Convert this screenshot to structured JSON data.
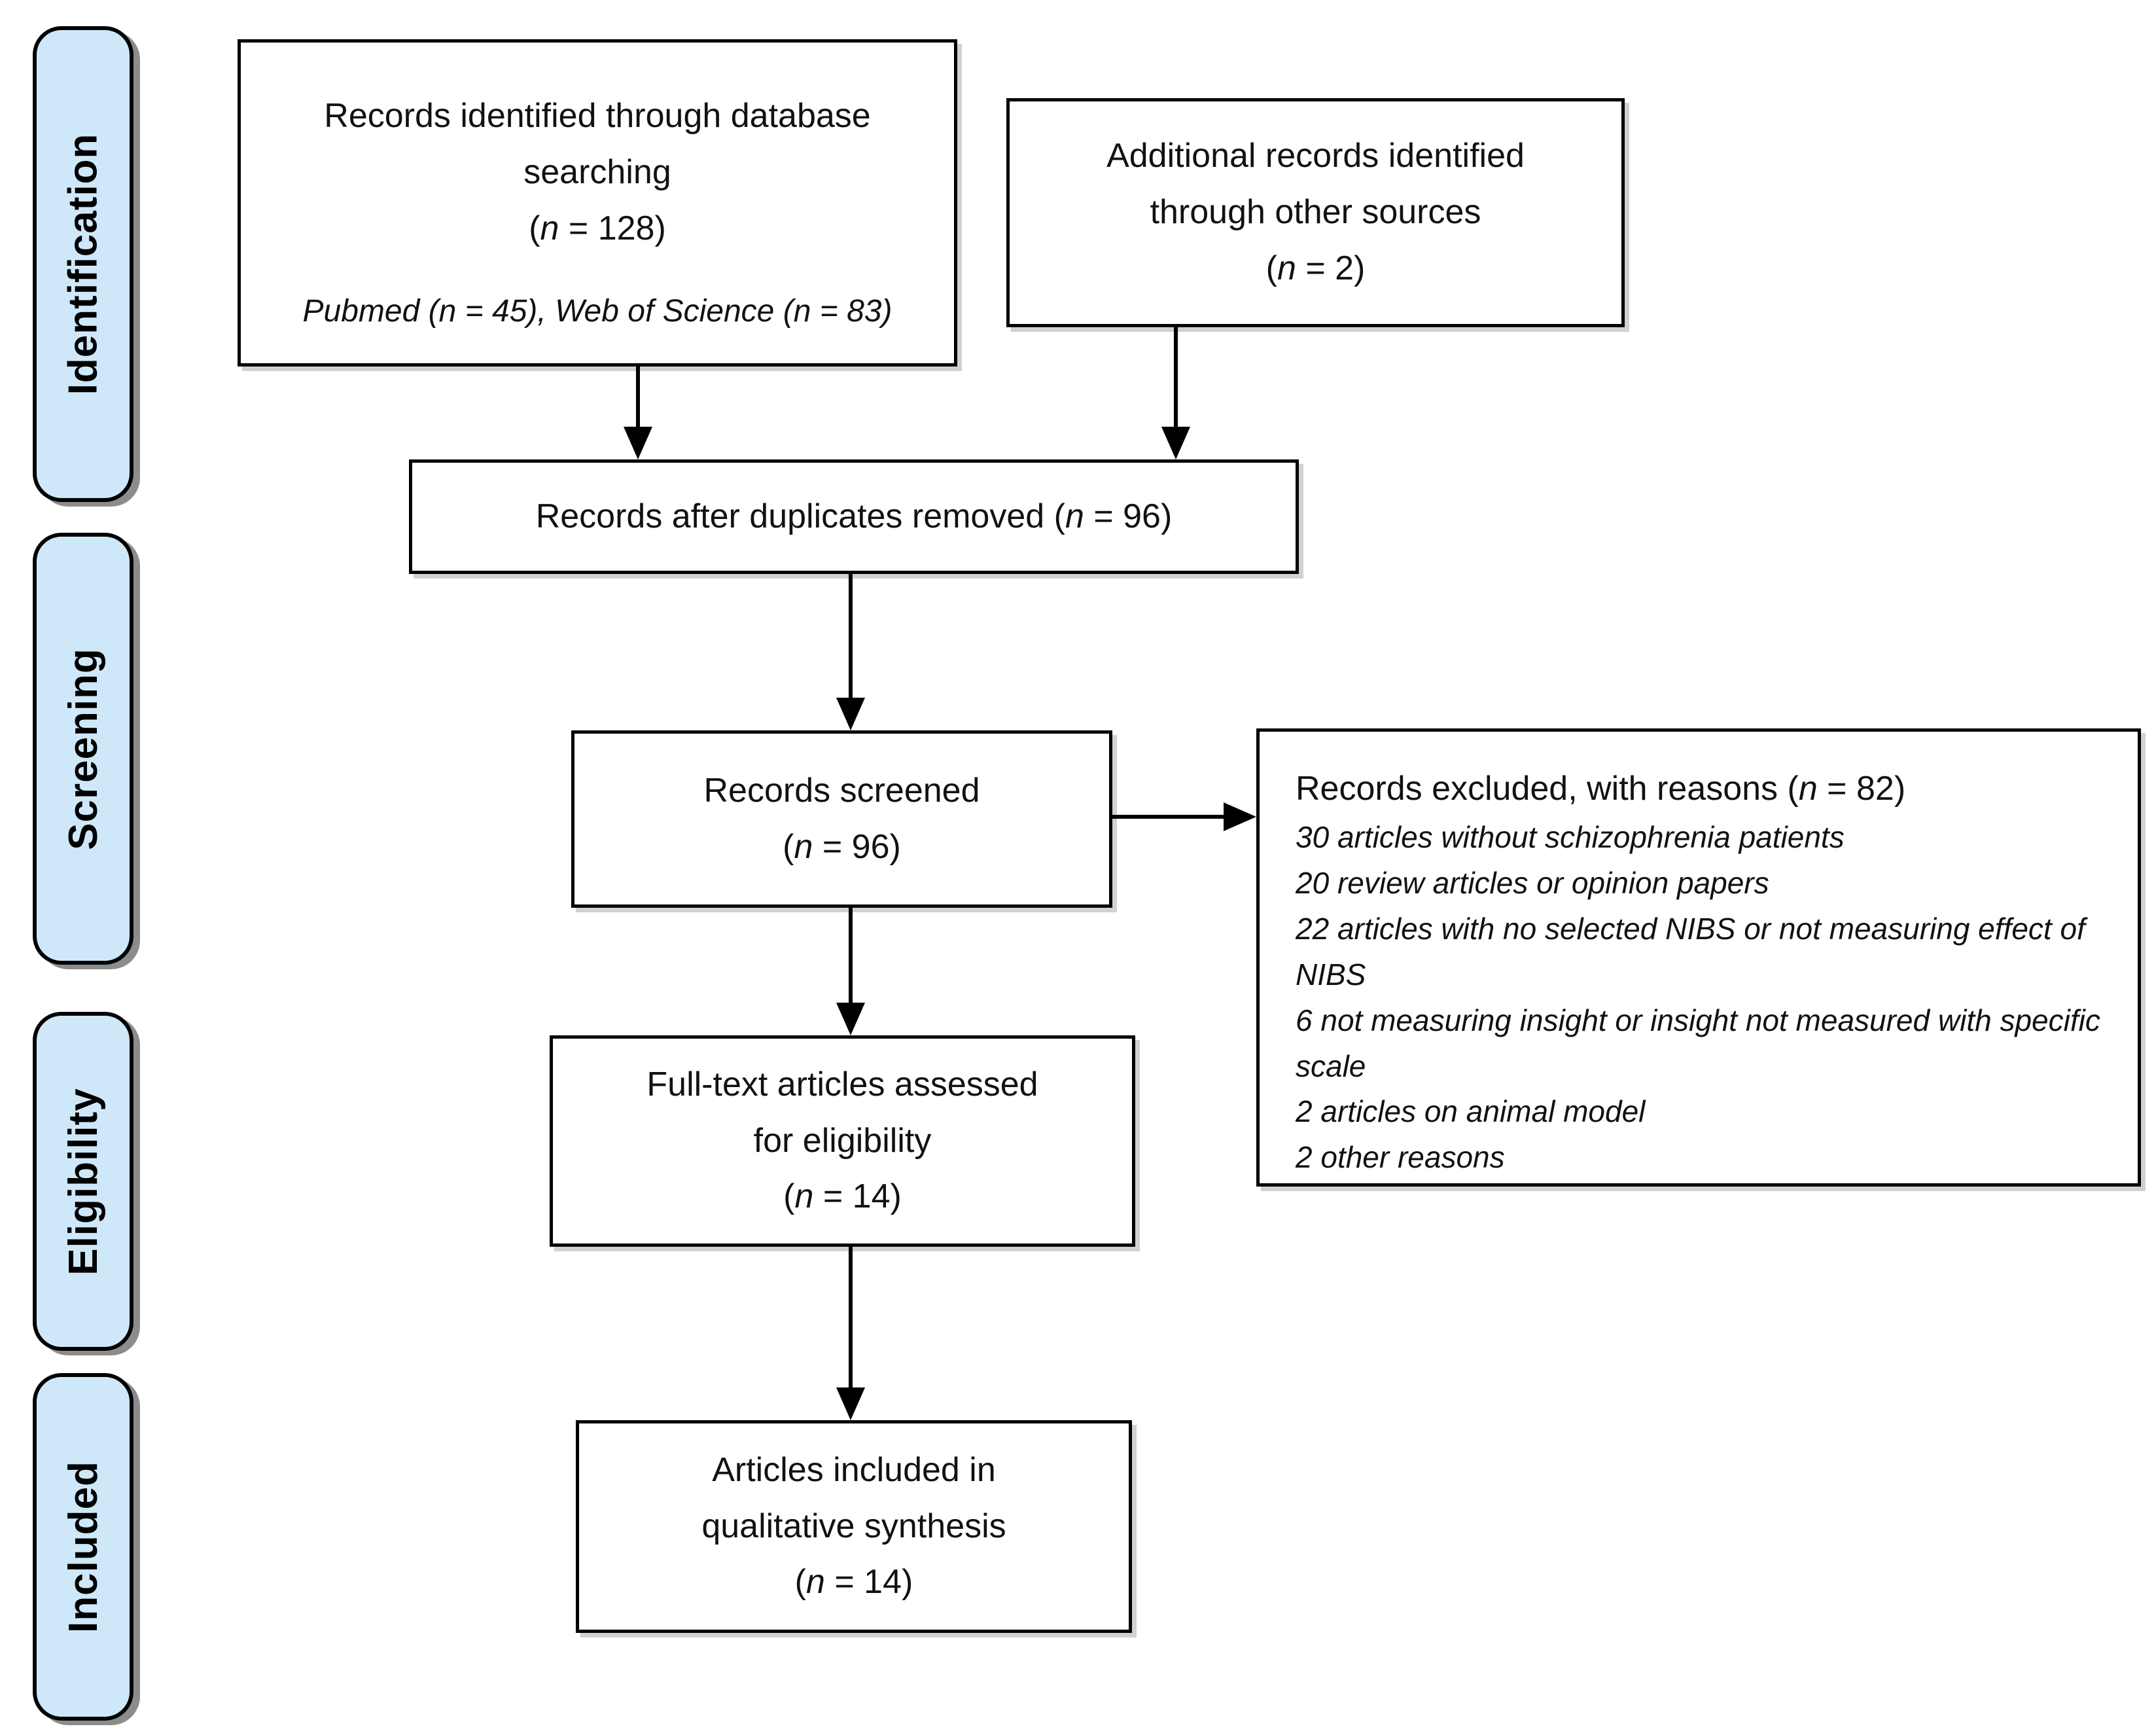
{
  "colors": {
    "stage_fill": "#cfe8f9",
    "border": "#000000",
    "background": "#ffffff"
  },
  "stages": [
    {
      "label": "Identification"
    },
    {
      "label": "Screening"
    },
    {
      "label": "Eligibility"
    },
    {
      "label": "Included"
    }
  ],
  "boxes": {
    "identified": {
      "lines": [
        {
          "text": "Records identified through database"
        },
        {
          "text": "searching"
        },
        {
          "text": "(n = 128)"
        },
        {
          "text": "Pubmed (n = 45), Web of Science (n = 83)",
          "cls": "it bottom"
        }
      ]
    },
    "other_sources": {
      "lines": [
        {
          "text": "Additional records identified"
        },
        {
          "text": "through other sources"
        },
        {
          "text": "(n = 2)"
        }
      ]
    },
    "duplicates_removed": {
      "lines": [
        {
          "text": "Records after duplicates removed (n = 96)"
        }
      ]
    },
    "screened": {
      "lines": [
        {
          "text": "Records screened"
        },
        {
          "text": "(n = 96)"
        }
      ]
    },
    "excluded": {
      "lines": [
        {
          "text": "Records excluded, with reasons (n = 82)",
          "cls": "t"
        },
        {
          "text": "30 articles without schizophrenia patients"
        },
        {
          "text": "20 review articles or opinion papers"
        },
        {
          "text": "22 articles with no selected NIBS or not measuring effect of NIBS"
        },
        {
          "text": "6 not measuring insight or insight not measured with specific scale"
        },
        {
          "text": "2 articles on animal model"
        },
        {
          "text": "2 other reasons"
        }
      ]
    },
    "fulltext": {
      "lines": [
        {
          "text": "Full-text articles assessed"
        },
        {
          "text": "for eligibility"
        },
        {
          "text": "(n = 14)"
        }
      ]
    },
    "included_qualitative": {
      "lines": [
        {
          "text": "Articles included in"
        },
        {
          "text": "qualitative synthesis"
        },
        {
          "text": "(n = 14)"
        }
      ]
    }
  }
}
